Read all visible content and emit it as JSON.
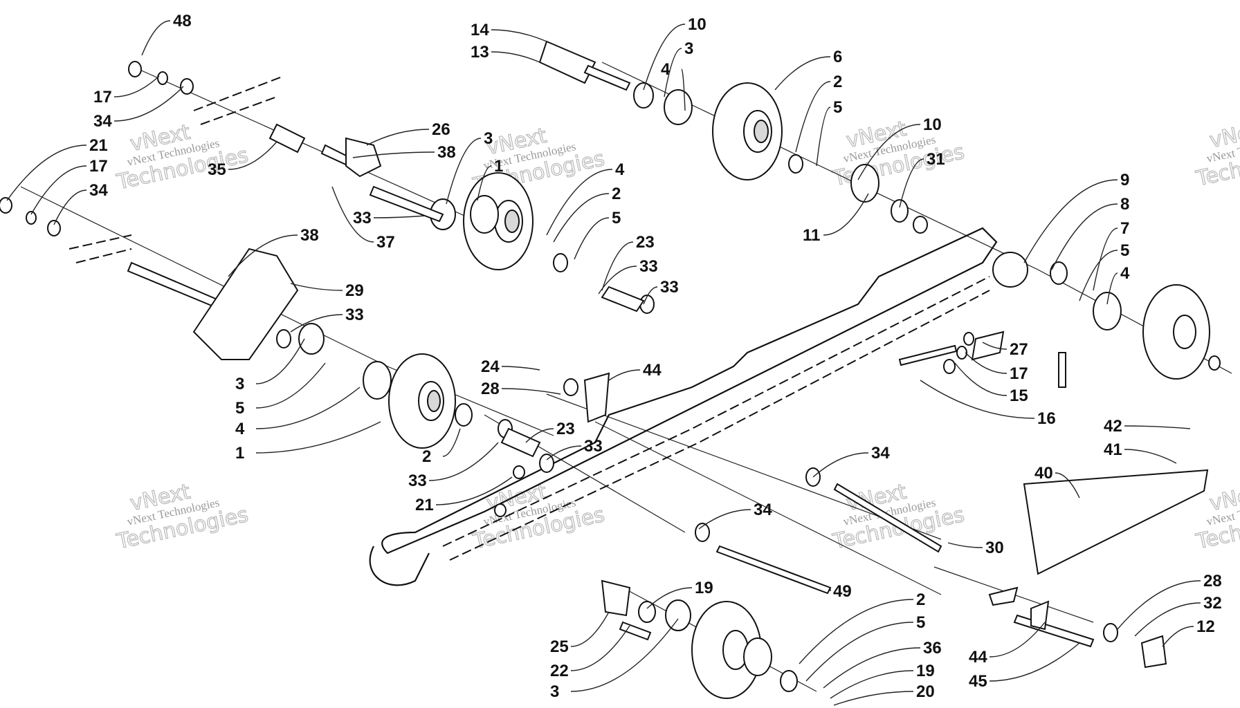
{
  "diagram": {
    "type": "exploded-parts-diagram",
    "watermark": {
      "small_text": "vNext Technologies",
      "large_line1": "vNext",
      "large_line2": "Technologies"
    },
    "callouts": [
      "48",
      "17",
      "34",
      "21",
      "17",
      "34",
      "35",
      "38",
      "26",
      "33",
      "37",
      "3",
      "1",
      "4",
      "2",
      "5",
      "23",
      "33",
      "33",
      "38",
      "29",
      "33",
      "3",
      "5",
      "4",
      "1",
      "2",
      "33",
      "23",
      "33",
      "21",
      "14",
      "13",
      "10",
      "3",
      "4",
      "6",
      "2",
      "5",
      "10",
      "31",
      "11",
      "9",
      "8",
      "7",
      "5",
      "4",
      "27",
      "17",
      "15",
      "16",
      "24",
      "28",
      "44",
      "34",
      "34",
      "30",
      "49",
      "42",
      "41",
      "40",
      "19",
      "25",
      "22",
      "3",
      "2",
      "5",
      "36",
      "19",
      "20",
      "28",
      "32",
      "12",
      "44",
      "45"
    ]
  }
}
